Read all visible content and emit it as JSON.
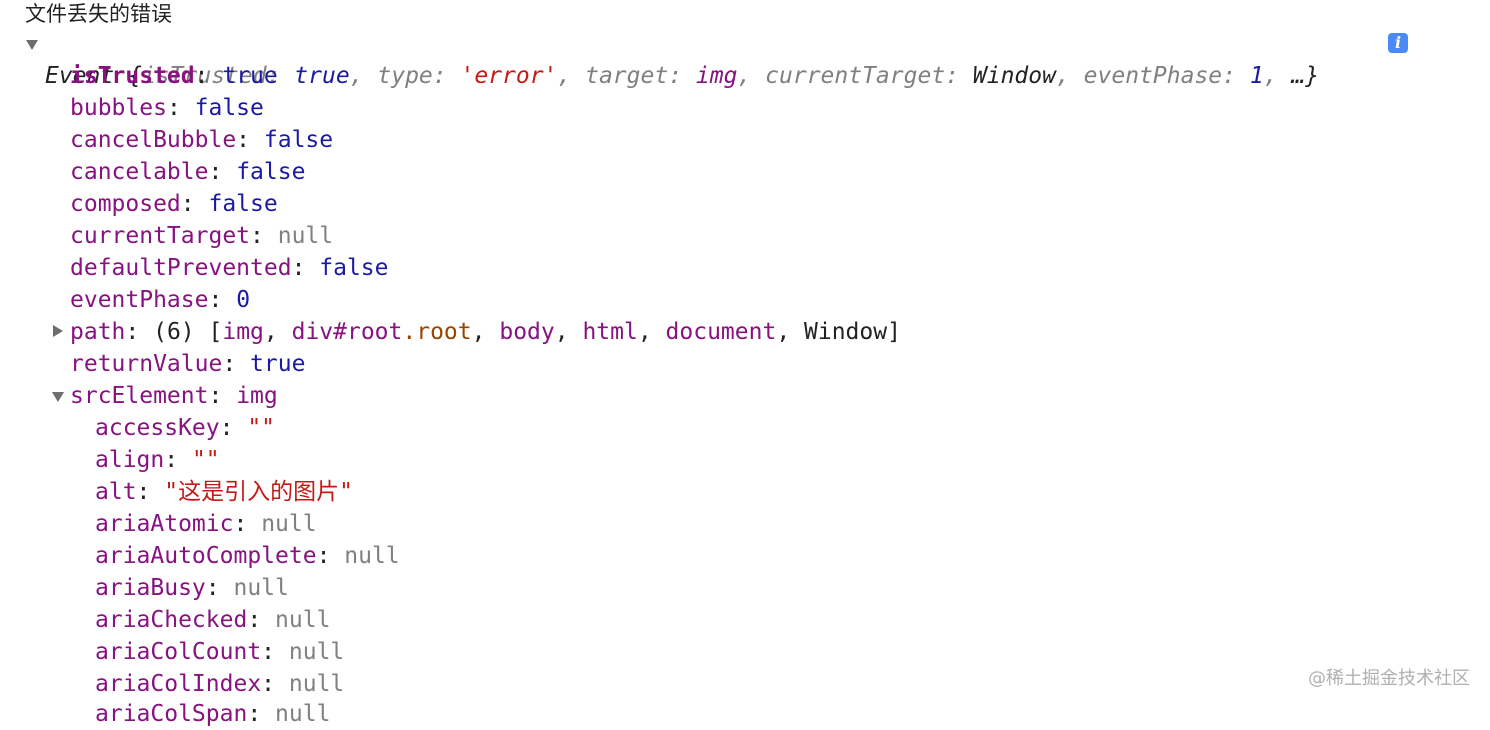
{
  "heading": "文件丢失的错误",
  "event_summary": {
    "name": "Event ",
    "open": "{",
    "k1": "isTrusted",
    "v1": "true",
    "k2": "type",
    "v2": "'error'",
    "k3": "target",
    "v3": "img",
    "k4": "currentTarget",
    "v4": "Window",
    "k5": "eventPhase",
    "v5": "1",
    "tail": "…}"
  },
  "info_icon": "i",
  "properties": [
    {
      "key": "isTrusted",
      "value": "true"
    },
    {
      "key": "bubbles",
      "value": "false"
    },
    {
      "key": "cancelBubble",
      "value": "false"
    },
    {
      "key": "cancelable",
      "value": "false"
    },
    {
      "key": "composed",
      "value": "false"
    },
    {
      "key": "currentTarget",
      "value": "null"
    },
    {
      "key": "defaultPrevented",
      "value": "false"
    },
    {
      "key": "eventPhase",
      "value": "0"
    }
  ],
  "path": {
    "key": "path",
    "count": "(6)",
    "items": {
      "img": "img",
      "div": "div",
      "div_suffix": "#root",
      "div_class": ".root",
      "body": "body",
      "html": "html",
      "document": "document",
      "window": "Window"
    }
  },
  "return_value": {
    "key": "returnValue",
    "value": "true"
  },
  "src_element": {
    "key": "srcElement",
    "value": "img"
  },
  "src_children": [
    {
      "key": "accessKey",
      "value": "\"\""
    },
    {
      "key": "align",
      "value": "\"\""
    },
    {
      "key": "alt",
      "value": "\"这是引入的图片\""
    },
    {
      "key": "ariaAtomic",
      "value": "null"
    },
    {
      "key": "ariaAutoComplete",
      "value": "null"
    },
    {
      "key": "ariaBusy",
      "value": "null"
    },
    {
      "key": "ariaChecked",
      "value": "null"
    },
    {
      "key": "ariaColCount",
      "value": "null"
    },
    {
      "key": "ariaColIndex",
      "value": "null"
    },
    {
      "key": "ariaColSpan",
      "value": "null"
    }
  ],
  "watermark": "@稀土掘金技术社区",
  "colors": {
    "key": "#881280",
    "boolean": "#1a1aa6",
    "null": "#808080",
    "string": "#c41a16",
    "class": "#994500",
    "info_badge": "#4a8af4"
  }
}
